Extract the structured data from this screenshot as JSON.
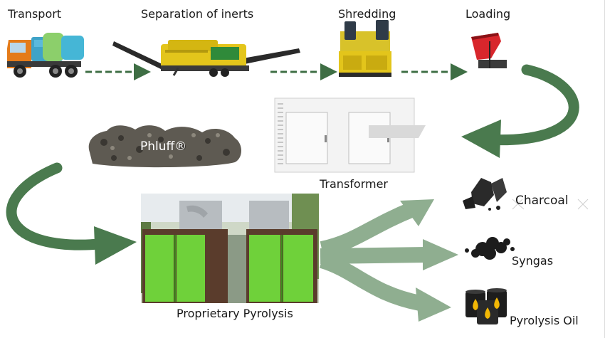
{
  "stages": {
    "transport": "Transport",
    "separation": "Separation of inerts",
    "shredding": "Shredding",
    "loading": "Loading"
  },
  "material": "Phluff®",
  "transformer": "Transformer",
  "pyrolysis": "Proprietary Pyrolysis",
  "outputs": {
    "charcoal": "Charcoal",
    "syngas": "Syngas",
    "oil": "Pyrolysis Oil"
  },
  "colors": {
    "arrow_dark": "#4a7a4e",
    "arrow_light": "#8fae90",
    "dash": "#3e6e44",
    "truck_orange": "#e47b1a",
    "truck_blue": "#3fa3c8",
    "machine_yellow": "#e3c51b",
    "hopper_red": "#d8262c",
    "container_green": "#6fd13a"
  }
}
